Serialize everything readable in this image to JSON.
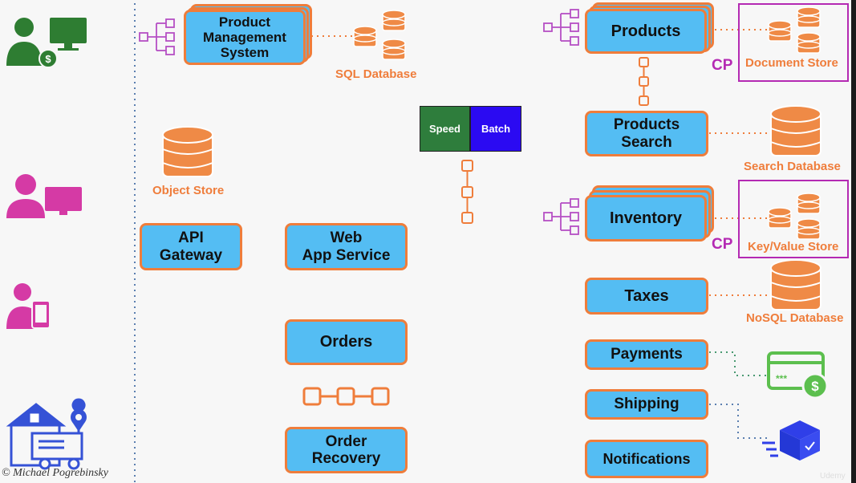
{
  "colors": {
    "service_fill": "#54bdf3",
    "service_border": "#ef7d3b",
    "accent_magenta": "#b42ab3",
    "icon_green": "#2e7d32",
    "speed": "#2e7d3c",
    "batch": "#2b0af2"
  },
  "services": {
    "pms": "Product\nManagement\nSystem",
    "products": "Products",
    "products_search": "Products\nSearch",
    "inventory": "Inventory",
    "taxes": "Taxes",
    "payments": "Payments",
    "shipping": "Shipping",
    "notifications": "Notifications",
    "api_gateway": "API\nGateway",
    "web_app": "Web\nApp Service",
    "orders": "Orders",
    "order_recovery": "Order\nRecovery"
  },
  "stores": {
    "sql": "SQL Database",
    "object": "Object Store",
    "document": "Document Store",
    "search": "Search Database",
    "keyvalue": "Key/Value Store",
    "nosql": "NoSQL Database"
  },
  "cp_labels": [
    "CP",
    "CP"
  ],
  "lambda": {
    "speed": "Speed",
    "batch": "Batch"
  },
  "users": [
    "admin-user-icon",
    "desktop-user-icon",
    "mobile-user-icon",
    "warehouse-delivery-icon"
  ],
  "credit": "© Michael Pogrebinsky",
  "watermark": "Udemy"
}
